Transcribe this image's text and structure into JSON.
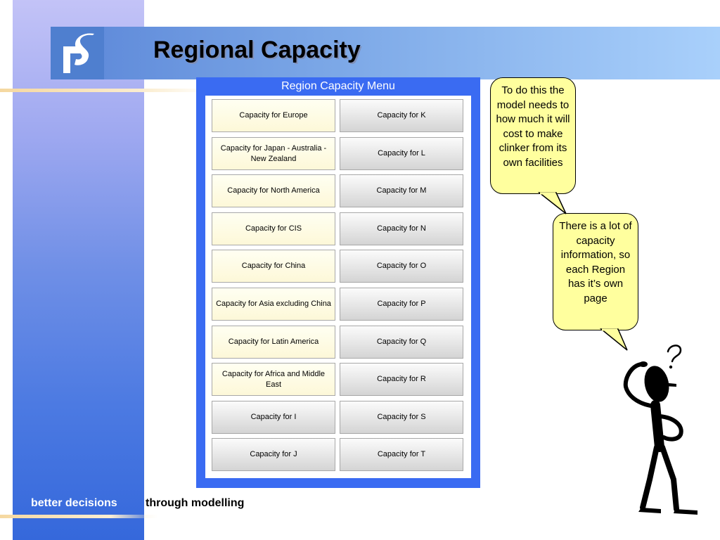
{
  "slide": {
    "title": "Regional Capacity"
  },
  "menu": {
    "title": "Region Capacity Menu",
    "left_buttons": [
      {
        "label": "Capacity for Europe"
      },
      {
        "label": "Capacity for Japan - Australia - New Zealand"
      },
      {
        "label": "Capacity for North America"
      },
      {
        "label": "Capacity for CIS"
      },
      {
        "label": "Capacity for China"
      },
      {
        "label": "Capacity for Asia excluding China"
      },
      {
        "label": "Capacity for Latin America"
      },
      {
        "label": "Capacity for Africa and Middle East"
      },
      {
        "label": "Capacity for I"
      },
      {
        "label": "Capacity for J"
      }
    ],
    "right_buttons": [
      {
        "label": "Capacity for K"
      },
      {
        "label": "Capacity for L"
      },
      {
        "label": "Capacity for M"
      },
      {
        "label": "Capacity for N"
      },
      {
        "label": "Capacity for O"
      },
      {
        "label": "Capacity for P"
      },
      {
        "label": "Capacity for Q"
      },
      {
        "label": "Capacity for R"
      },
      {
        "label": "Capacity for S"
      },
      {
        "label": "Capacity for T"
      }
    ]
  },
  "callouts": [
    {
      "text": "To do this the model needs to how much it will cost to make clinker from its own facilities"
    },
    {
      "text": "There is a lot of capacity information, so each Region has it’s own page"
    }
  ],
  "footer": {
    "highlight": "better decisions",
    "rest": "through modelling"
  },
  "colors": {
    "menu_panel": "#3a6bf2",
    "callout_fill": "#ffff9e",
    "header_gradient_start": "#5b86d8",
    "header_gradient_end": "#a9d0fb"
  },
  "icons": {
    "logo": "ps-logo-icon",
    "figure": "confused-stick-figure-icon"
  }
}
